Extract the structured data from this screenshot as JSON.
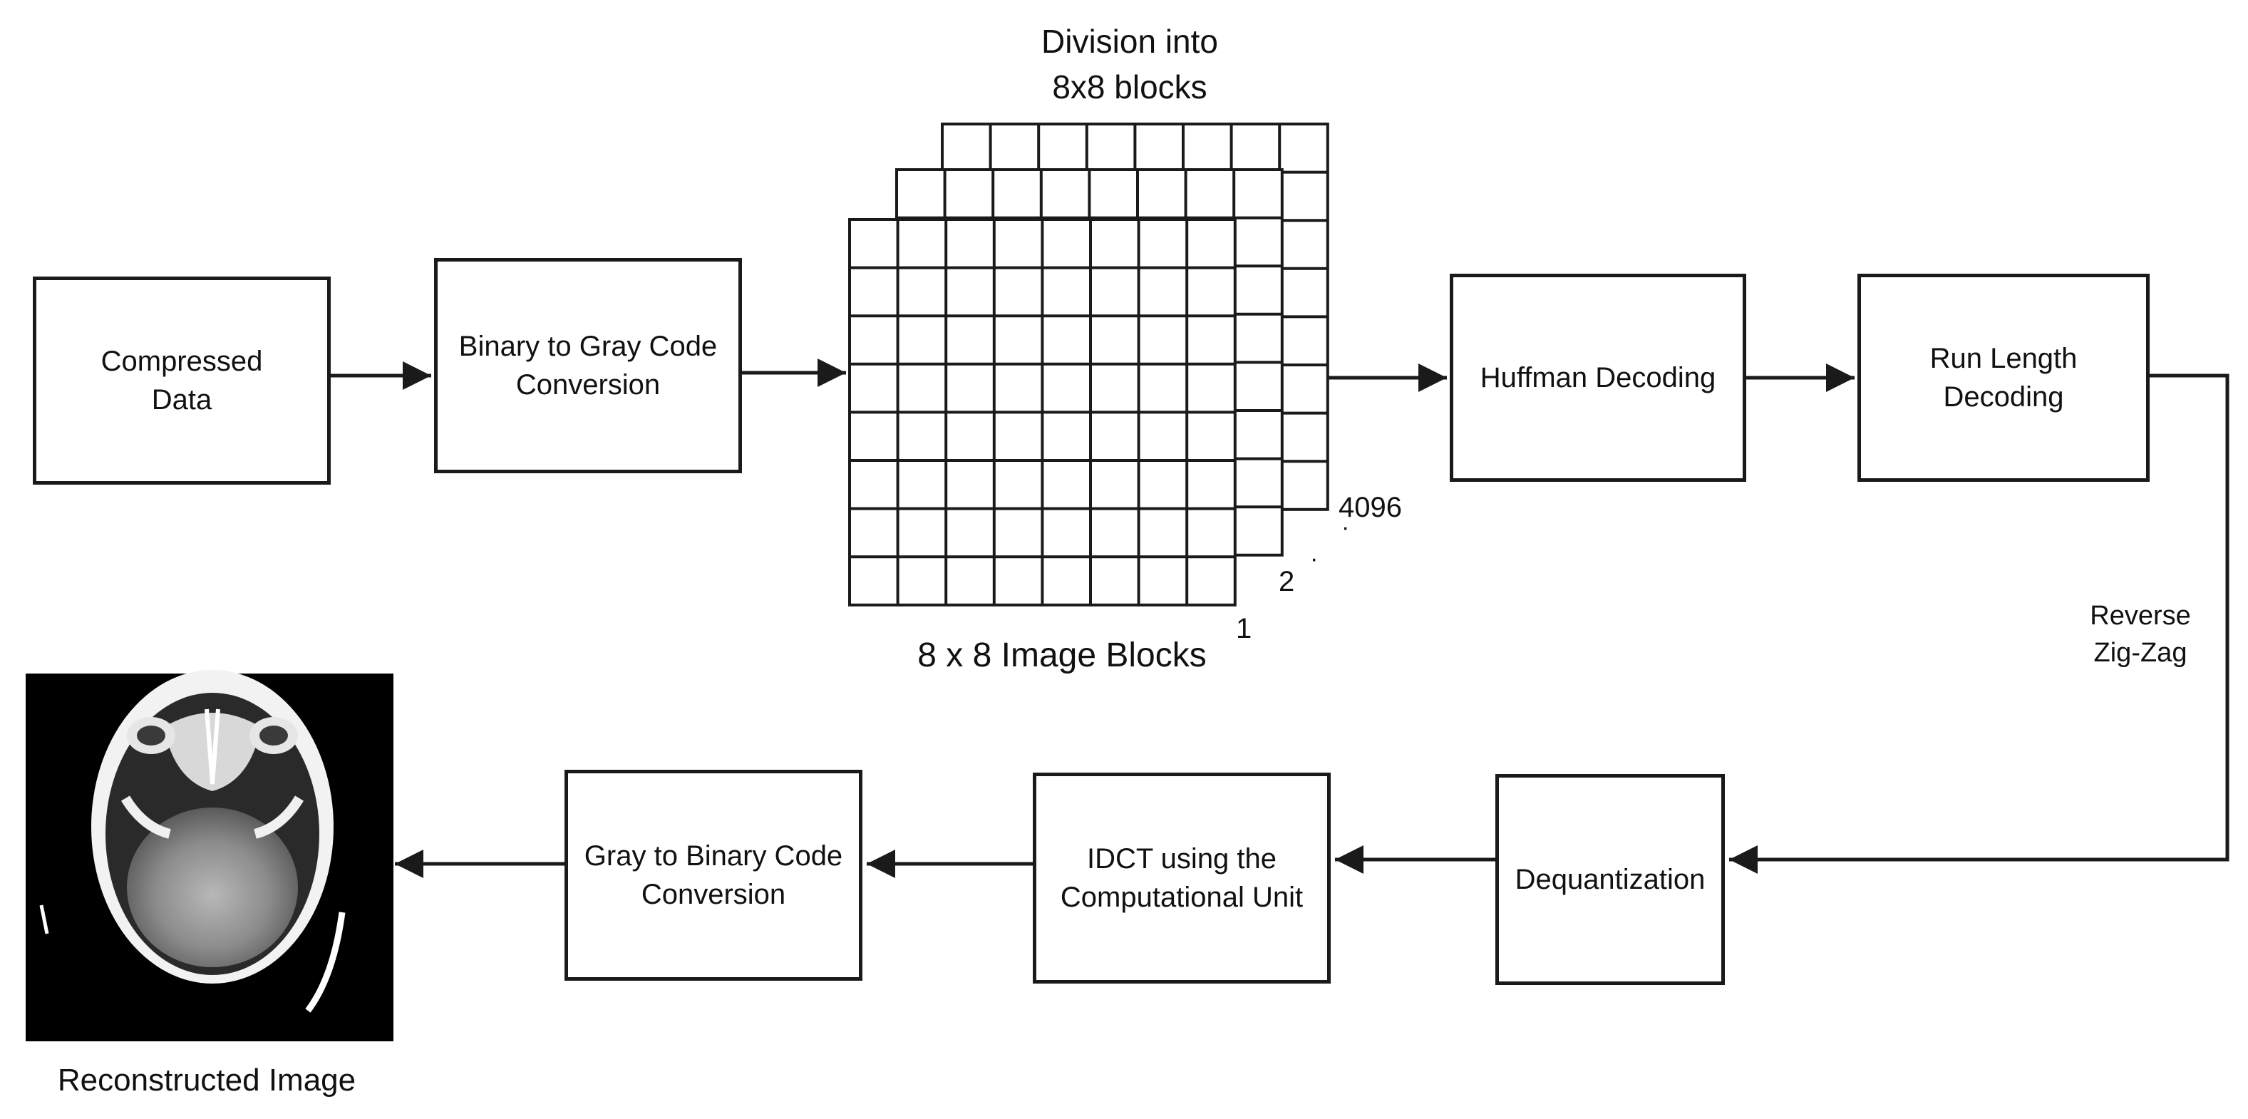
{
  "diagram": {
    "boxes": {
      "compressed": [
        "Compressed",
        "Data"
      ],
      "binary_to_gray": [
        "Binary to Gray Code",
        "Conversion"
      ],
      "huffman": [
        "Huffman Decoding"
      ],
      "run_length": [
        "Run Length",
        "Decoding"
      ],
      "dequantization": [
        "Dequantization"
      ],
      "idct": [
        "IDCT using the",
        "Computational Unit"
      ],
      "gray_to_binary": [
        "Gray to Binary Code",
        "Conversion"
      ]
    },
    "blocks": {
      "title_line1": "Division into",
      "title_line2": "8x8 blocks",
      "caption": "8 x 8 Image Blocks",
      "index_first": "1",
      "index_second": "2",
      "index_last": "4096"
    },
    "reverse_zigzag": [
      "Reverse",
      "Zig-Zag"
    ],
    "output_caption": "Reconstructed Image",
    "output_image": "ct-brain-scan",
    "colors": {
      "line": "#1a1a1a",
      "background": "#ffffff",
      "image_bg": "#000000"
    }
  }
}
